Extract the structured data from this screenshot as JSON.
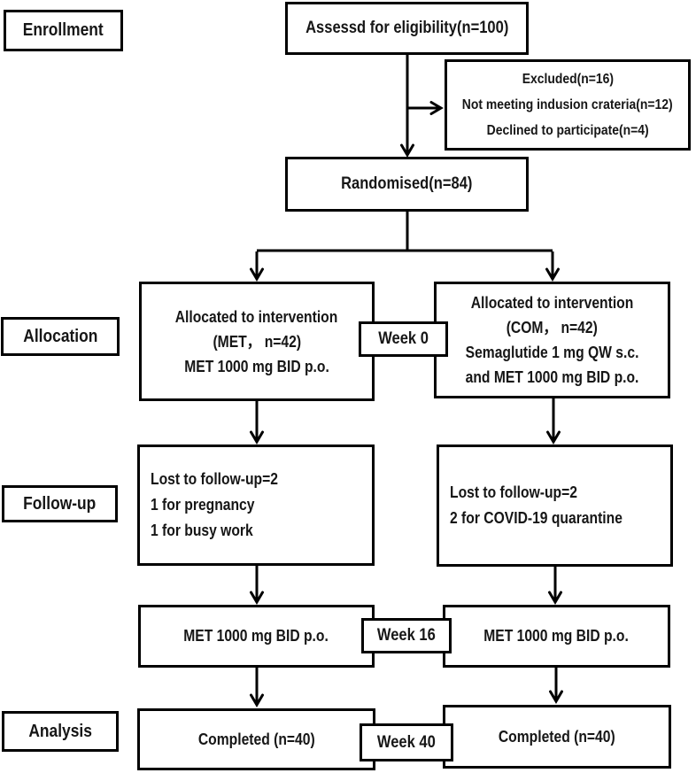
{
  "diagram": {
    "stage_labels": {
      "enrollment": "Enrollment",
      "allocation": "Allocation",
      "followup": "Follow-up",
      "analysis": "Analysis"
    },
    "boxes": {
      "assessed": "Assessd for eligibility(n=100)",
      "excluded_lines": [
        "Excluded(n=16)",
        "Not meeting indusion crateria(n=12)",
        "Declined to participate(n=4)"
      ],
      "randomised": "Randomised(n=84)",
      "alloc_met_lines": [
        "Allocated to intervention",
        "(MET， n=42)",
        "MET 1000 mg BID p.o."
      ],
      "alloc_com_lines": [
        "Allocated to intervention",
        "(COM， n=42)",
        "Semaglutide 1 mg QW s.c.",
        "and MET 1000 mg BID p.o."
      ],
      "followup_met_lines": [
        "Lost to follow-up=2",
        "1 for pregnancy",
        "1 for busy work"
      ],
      "followup_com_lines": [
        "Lost to follow-up=2",
        "2 for COVID-19 quarantine"
      ],
      "met_week16_left": "MET 1000 mg BID p.o.",
      "met_week16_right": "MET 1000 mg BID p.o.",
      "completed_left": "Completed (n=40)",
      "completed_right": "Completed (n=40)"
    },
    "week_markers": {
      "week0": "Week 0",
      "week16": "Week 16",
      "week40": "Week 40"
    },
    "colors": {
      "line": "#000000",
      "text": "#161616",
      "background": "#ffffff"
    }
  }
}
